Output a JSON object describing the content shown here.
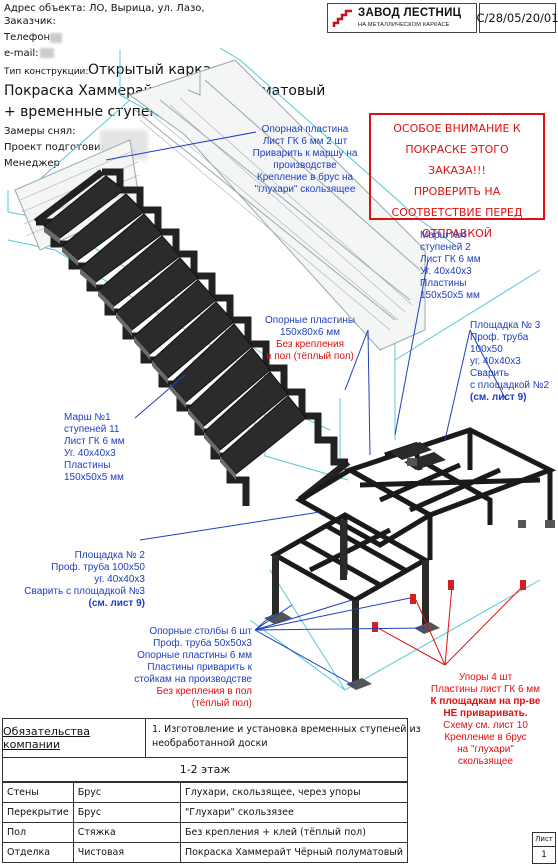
{
  "header": {
    "address_label": "Адрес объекта:",
    "address_value": "ЛО, Вырица, ул. Лазо,",
    "customer_label": "Заказчик:",
    "phone_label": "Телефон:",
    "email_label": "e-mail:",
    "construction_label": "Тип конструкции:",
    "construction_value": "Открытый каркас",
    "paint_line1": "Покраска Хаммерайт Чёрный полуматовый",
    "paint_line2": "+ временные ступени",
    "measured_label": "Замеры снял:",
    "project_label": "Проект подготовил:",
    "manager_label": "Менеджер",
    "logo_title": "ЗАВОД ЛЕСТНИЦ",
    "logo_subtitle": "НА МЕТАЛЛИЧЕСКОМ КАРКАСЕ",
    "drawing_code": "С/28/05/20/01"
  },
  "warning": {
    "line1": "ОСОБОЕ ВНИМАНИЕ К",
    "line2": "ПОКРАСКЕ ЭТОГО ЗАКАЗА!!!",
    "line3": "ПРОВЕРИТЬ НА",
    "line4": "СООТВЕТСТВИЕ ПЕРЕД",
    "line5": "ОТПРАВКОЙ"
  },
  "annotations": {
    "plate_top": [
      "Опорная пластина",
      "Лист ГК 6 мм 2 шт",
      "Приварить к маршу на",
      "производстве",
      "Крепление в брус на",
      "\"глухари\" скользящее"
    ],
    "march4": [
      "Марш №4",
      "ступеней 2",
      "Лист ГК 6 мм",
      "Уг. 40х40х3",
      "Пластины",
      "150х50х5 мм"
    ],
    "support_plates_blue": [
      "Опорные пластины",
      "150х80х6 мм"
    ],
    "support_plates_red": [
      "Без крепления",
      "в пол (тёплый пол)"
    ],
    "landing3": [
      "Площадка № 3",
      "Проф. труба",
      "100х50",
      "уг. 40х40х3",
      "Сварить",
      "с площадкой №2"
    ],
    "landing3_bold": "(см. лист 9)",
    "march1": [
      "Марш №1",
      "ступеней 11",
      "Лист ГК 6 мм",
      "Уг. 40х40х3",
      "Пластины",
      "150х50х5 мм"
    ],
    "landing2": [
      "Площадка № 2",
      "Проф. труба 100х50",
      "уг. 40х40х3",
      "Сварить с площадкой №3"
    ],
    "landing2_bold": "(см. лист 9)",
    "posts_blue": [
      "Опорные столбы 6 шт",
      "Проф. труба 50х50х3",
      "Опорные пластины 6 мм",
      "Пластины приварить к",
      "стойкам на производстве"
    ],
    "posts_red": [
      "Без крепления в пол",
      "(тёплый пол)"
    ],
    "stops_red": [
      "Упоры 4 шт",
      "Пластины лист ГК 6 мм"
    ],
    "stops_red_bold": [
      "К площадкам на пр-ве",
      "НЕ приваривать."
    ],
    "stops_red_tail": [
      "Схему см. лист 10",
      "Крепление в брус",
      "на \"глухари\"",
      "скользящее"
    ]
  },
  "obligations": {
    "label": "Обязательства компании",
    "text_line1": "1. Изготовление и установка временных ступеней из",
    "text_line2": "необработанной доски"
  },
  "floor_title": "1-2 этаж",
  "spec_rows": [
    {
      "name": "Стены",
      "material": "Брус",
      "mount": "Глухари, скользящее, через упоры"
    },
    {
      "name": "Перекрытие",
      "material": "Брус",
      "mount": "\"Глухари\" скользязее"
    },
    {
      "name": "Пол",
      "material": "Стяжка",
      "mount": "Без крепления + клей (тёплый пол)"
    },
    {
      "name": "Отделка",
      "material": "Чистовая",
      "mount": "Покраска Хаммерайт Чёрный полуматовый"
    }
  ],
  "sheet": {
    "label": "Лист",
    "number": "1"
  },
  "colors": {
    "blue": "#1f3fbf",
    "red": "#e01010",
    "cyan": "#55c8d8"
  }
}
